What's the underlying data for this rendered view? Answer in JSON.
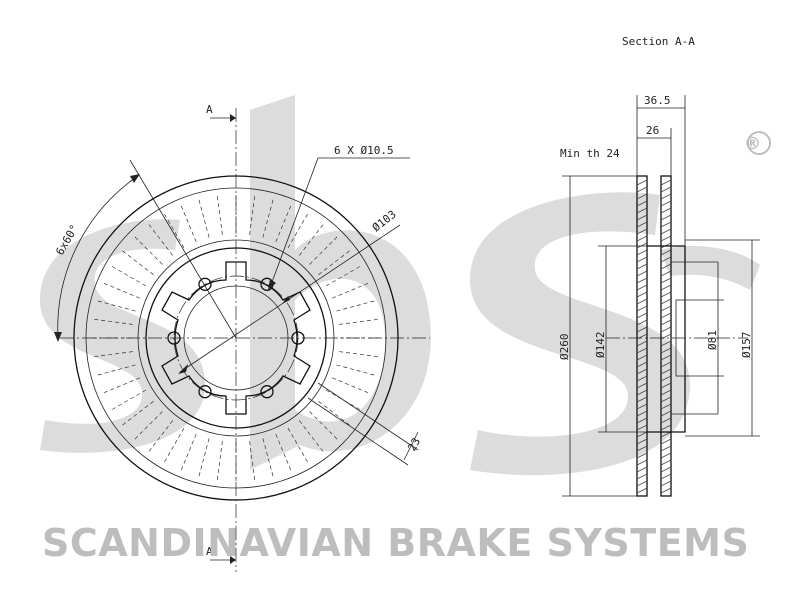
{
  "section_title": "Section A-A",
  "section_marker_top": "A",
  "section_marker_bottom": "A",
  "dimensions": {
    "holes": "6 X Ø10.5",
    "pcd": "Ø103",
    "angle": "6x60°",
    "offset_23": "23",
    "total_height": "36.5",
    "disc_thickness": "26",
    "min_thickness": "Min th 24",
    "outer_diameter": "Ø260",
    "d142": "Ø142",
    "d81": "Ø81",
    "d157": "Ø157"
  },
  "watermark": {
    "company": "SCANDINAVIAN BRAKE SYSTEMS",
    "registered": "®"
  },
  "colors": {
    "watermark": "#bdbdbd",
    "lines": "#222222"
  }
}
